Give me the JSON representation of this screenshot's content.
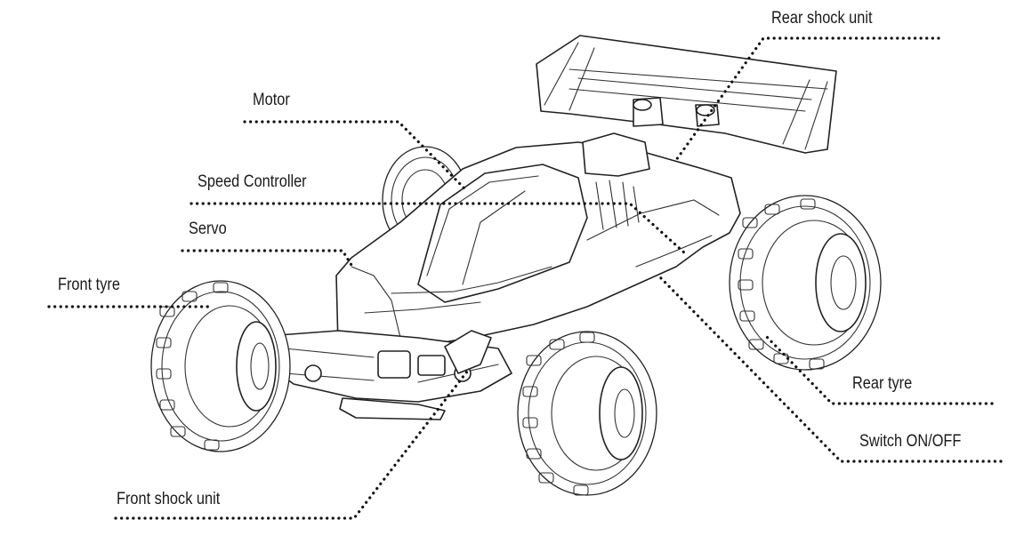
{
  "labels": {
    "rear_shock_unit": "Rear shock unit",
    "motor": "Motor",
    "speed_controller": "Speed Controller",
    "servo": "Servo",
    "front_tyre": "Front tyre",
    "rear_tyre": "Rear tyre",
    "switch": "Switch ON/OFF",
    "front_shock_unit": "Front shock unit"
  },
  "colors": {
    "ink": "#222222",
    "background": "#ffffff",
    "leader": "#111111"
  }
}
